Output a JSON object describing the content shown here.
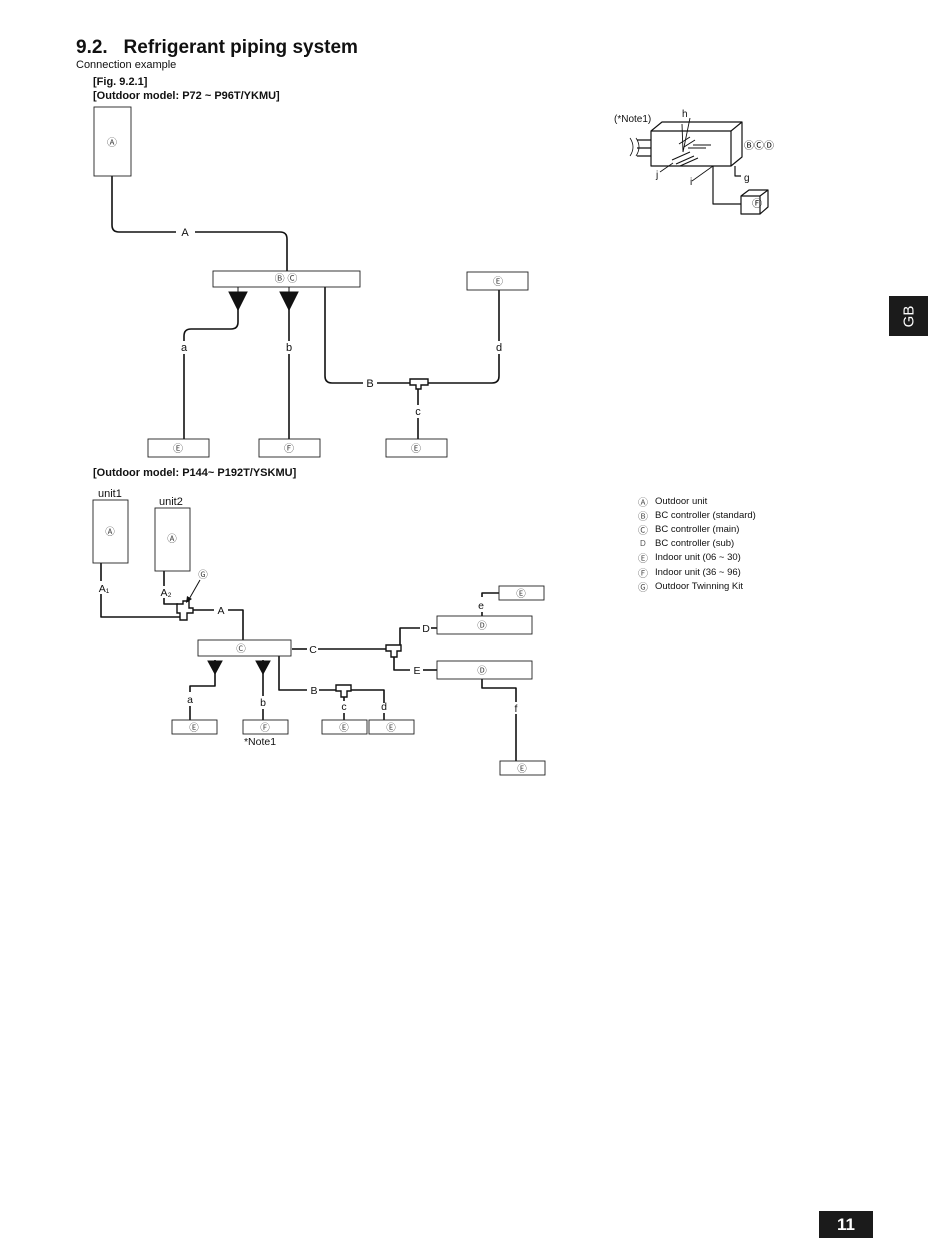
{
  "header": {
    "section_num": "9.2.",
    "section_title": "Refrigerant piping system",
    "subtitle": "Connection example",
    "fig_label": "[Fig. 9.2.1]",
    "model1_label": "[Outdoor model: P72 ~ P96T/YKMU]",
    "model2_label": "[Outdoor model: P144~ P192T/YSKMU]"
  },
  "side_tab": "GB",
  "page_number": "11",
  "diagram1": {
    "unit_symbols": {
      "outdoor": "Ⓐ",
      "bc": "Ⓑ Ⓒ",
      "indoor_e": "Ⓔ",
      "indoor_f": "Ⓕ"
    },
    "pipe_labels": {
      "A": "A",
      "B": "B",
      "a": "a",
      "b": "b",
      "c": "c",
      "d": "d"
    }
  },
  "inset": {
    "note": "(*Note1)",
    "labels": {
      "h": "h",
      "g": "g",
      "i": "i",
      "j": "j"
    },
    "bc_symbols": "ⒷⒸⒹ",
    "indoor_symbol": "Ⓕ"
  },
  "diagram2": {
    "unit_names": {
      "unit1": "unit1",
      "unit2": "unit2"
    },
    "unit_symbols": {
      "outdoor": "Ⓐ",
      "kit": "Ⓖ",
      "bc_main": "Ⓒ",
      "bc_sub": "Ⓓ",
      "indoor_e": "Ⓔ",
      "indoor_f": "Ⓕ"
    },
    "pipe_labels": {
      "A1": "A₁",
      "A2": "A₂",
      "A": "A",
      "B": "B",
      "C": "C",
      "D": "D",
      "E": "E",
      "a": "a",
      "b": "b",
      "c": "c",
      "d": "d",
      "e": "e",
      "f": "f"
    },
    "note": "*Note1"
  },
  "legend": [
    {
      "symbol": "Ⓐ",
      "label": "Outdoor unit"
    },
    {
      "symbol": "Ⓑ",
      "label": "BC controller (standard)"
    },
    {
      "symbol": "Ⓒ",
      "label": "BC controller (main)"
    },
    {
      "symbol": "D",
      "label": "BC controller (sub)"
    },
    {
      "symbol": "Ⓔ",
      "label": "Indoor unit (06 ~ 30)"
    },
    {
      "symbol": "Ⓕ",
      "label": "Indoor unit (36 ~ 96)"
    },
    {
      "symbol": "Ⓖ",
      "label": "Outdoor Twinning Kit"
    }
  ]
}
